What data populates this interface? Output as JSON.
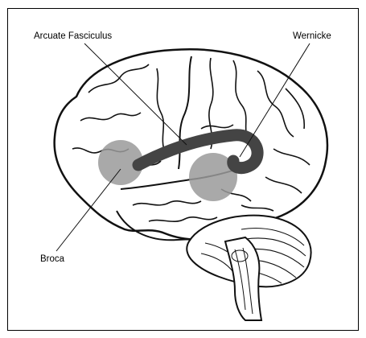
{
  "labels": {
    "arcuate": "Arcuate Fasciculus",
    "wernicke": "Wernicke",
    "broca": "Broca"
  },
  "colors": {
    "outline": "#111111",
    "region": "#9a9a9a",
    "tract": "#444444",
    "background": "#ffffff"
  }
}
